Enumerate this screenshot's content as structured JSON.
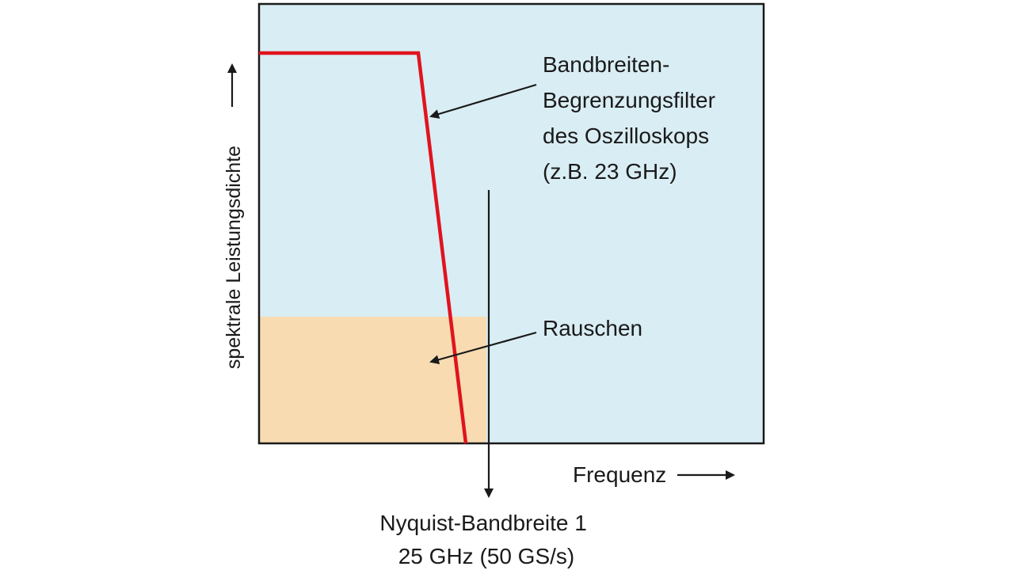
{
  "diagram": {
    "y_axis_label": "spektrale Leistungsdichte",
    "x_axis_label": "Frequenz",
    "filter_annotation": [
      "Bandbreiten-",
      "Begrenzungsfilter",
      "des Oszilloskops",
      "(z.B. 23 GHz)"
    ],
    "noise_annotation": "Rauschen",
    "nyquist_annotation": [
      "Nyquist-Bandbreite 1",
      "25 GHz (50 GS/s)"
    ],
    "colors": {
      "plot_background": "#d9edf4",
      "noise_fill": "#f8dbb1",
      "filter_curve": "#e0141e",
      "frame": "#1a1a1a"
    }
  }
}
